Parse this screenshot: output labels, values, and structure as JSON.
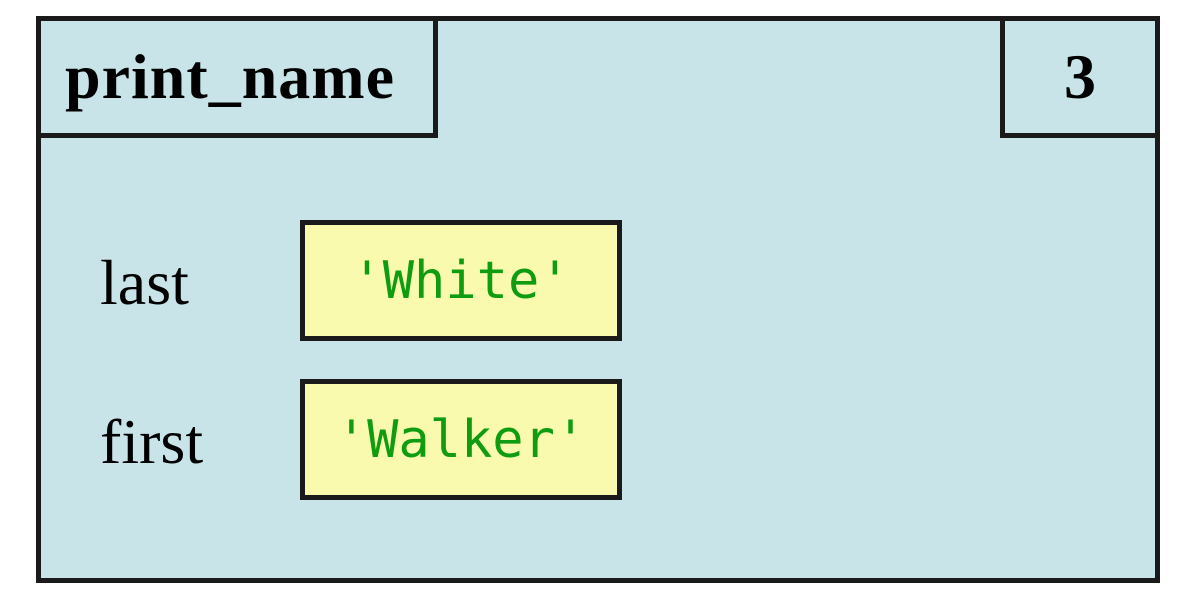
{
  "diagram": {
    "type": "stack-frame-memory-model",
    "frame": {
      "function_name": "print_name",
      "line_number": "3",
      "variables": [
        {
          "name": "last",
          "value": "'White'"
        },
        {
          "name": "first",
          "value": "'Walker'"
        }
      ]
    },
    "colors": {
      "page_bg": "#ffffff",
      "frame_fill": "#c8e4e8",
      "value_fill": "#fafaae",
      "value_text": "#109c10",
      "label_text": "#000000",
      "border": "#1a1a1a"
    }
  }
}
